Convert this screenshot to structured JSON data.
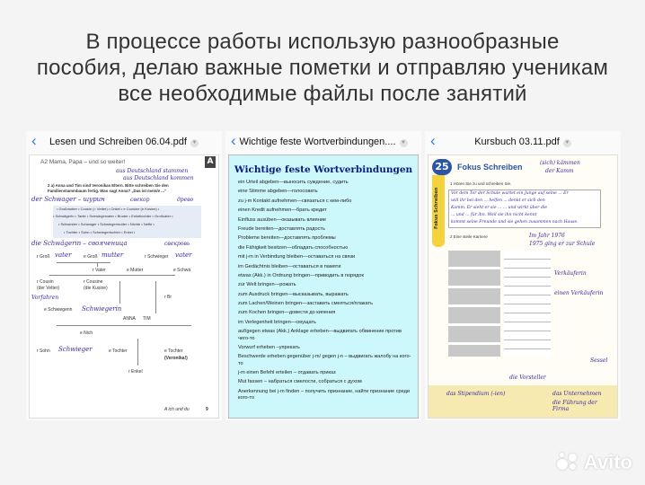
{
  "title_lines": [
    "В процессе работы использую разнообразные",
    "пособия, делаю важные пометки и отправляю ученикам",
    "все необходимые файлы после занятий"
  ],
  "panels": [
    {
      "file_name": "Lesen und Schreiben 06.04.pdf"
    },
    {
      "file_name": "Wichtige feste Wortverbindungen...."
    },
    {
      "file_name": "Kursbuch 03.11.pdf"
    }
  ],
  "left_doc": {
    "corner_letter": "A",
    "heading": "A2   Mama, Papa – und so weiter!",
    "task": "2 a)  Anna und Tim sind Veronikas Eltern. Bitte schreiben Sie den Familienstammbaum fertig. Was sagt Anna? „Das ist mein/e ...“",
    "word_box": [
      "• Großmutter • Cousin (= Vetter) • Onkel • e Cousine (e Kusine) •",
      "• Schwägerin • Tante • Schwiegervater • Bruder • Enkeltochter • Großvater •",
      "• Schwester • Schwager • Schwiegermutter • Nichte • Neffe •",
      "• Tochter • Sohn • Schwiegertochter • Enkel •"
    ],
    "tree_labels": [
      "r Groß",
      "e Groß",
      "r Schwieger",
      "r Vater",
      "e Mutter",
      "e Schwä",
      "r Cousin",
      "r Cousine",
      "(der Vetter)",
      "(die Kusine)",
      "e Schwiegerin",
      "ANNA",
      "TIM",
      "r Br",
      "e Nich",
      "r Sohn",
      "e Tochter",
      "e Tochter",
      "(Veronika!)",
      "r Enkel",
      "A  ich und du",
      "9"
    ],
    "annotations": [
      "aus Deutschland stammen",
      "aus Deutschland kommen",
      "der Schwager – шурин",
      "свекор",
      "древо",
      "die Schwägerin – свояченица",
      "свекровь",
      "vater",
      "mutter",
      "vater",
      "Vorfahren",
      "Schwiegerin",
      "Schwieger"
    ]
  },
  "middle_doc": {
    "heading": "Wichtige feste Wortverbindungen",
    "items": [
      "ein Urteil abgeben—выносить суждение, судить",
      "eine Stimme abgeben—голосовать",
      "zu j-m Kontakt aufnehmen—связаться с кем-либо",
      "einen Kredit aufnehmen—брать кредит",
      "Einfluss ausüben—оказывать влияние",
      "Freude bereiten—доставлять радость",
      "Probleme bereiten—доставлять проблемы",
      "die Fähigkeit besitzen—обладать способностью",
      "mit j-m in Verbindung bleiben—оставаться на связи",
      "im Gedächtnis bleiben—оставаться в памяти",
      "etwas (Akk.) in Ordnung bringen—приводить в порядок",
      "zur Welt bringen—рожать",
      "zum Ausdruck bringen—высказывать, выражать",
      "zum Lachen/Weinen bringen—заставить смеяться/плакать",
      "zum Kochen bringen—довести до кипения",
      "im Verlegenheit bringen—смущать",
      "auf/gegen etwas (Akk.) Anklage erheben—выдвигать обвинение против чего-то",
      "Vorwurf erheben –упрекать",
      "Beschwerde erheben gegenüber j-m/ gegen j-n – выдвигать жалобу на кого-то",
      "j-m einen Befehl erteilen – отдавать приказ",
      "Mut fassen – набраться смелости, собраться с духом",
      "Anerkennung bei j-m finden – получить признание, найти признание среди кого-то"
    ]
  },
  "right_doc": {
    "lesson_number": "25",
    "heading": "Fokus Schreiben",
    "side_tab": "Fokus Schreiben",
    "task1": "1   Hören Sie zu und schreiben Sie.",
    "task2": "2   Eine steile Karriere",
    "handwritten_text": [
      "(sich) kämmen",
      "der Kamm",
      "Vor dem Tor der Schule wartet ein Junge auf seine ... Er",
      "will ihr bei den ... helfen ... denkt er sich den",
      "Kamm. Er sieht er sie ... ... und wirkt über die",
      "... und ... für ihn. Weil sie ihn nicht kennt",
      "kommt seine Freunde und sie gehen zusammen nach Hause.",
      "Im Jahr 1976",
      "1975 ging er zur Schule",
      "Verkäuferin",
      "einen Verkäuferin",
      "die Vorsteller",
      "das Stipendium (-ien)",
      "das Unternehmen",
      "die Führung der Firma",
      "Sessel"
    ]
  },
  "watermark": "Avito",
  "colors": {
    "link": "#2a7ae2",
    "ink": "#3a2a9a",
    "middle_doc_bg": "#cdf8fb",
    "middle_heading": "#0b1a7a",
    "lesson_badge": "#2a55a8",
    "side_tab": "#f4d23c"
  }
}
